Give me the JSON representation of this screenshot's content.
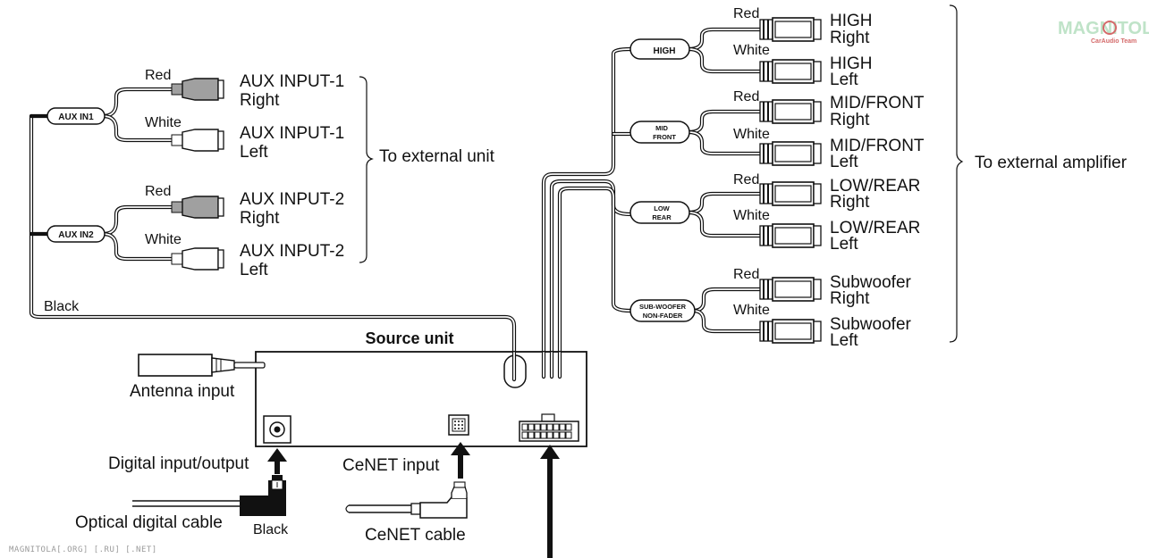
{
  "source_unit": {
    "title": "Source unit",
    "antenna_label": "Antenna input",
    "digital_label": "Digital input/output",
    "cenet_input_label": "CeNET input"
  },
  "cables": {
    "optical_label": "Optical digital cable",
    "optical_color": "Black",
    "cenet_cable_label": "CeNET cable",
    "black_wire_label": "Black"
  },
  "aux": {
    "tags": [
      "AUX IN1",
      "AUX IN2"
    ],
    "group_label": "To external unit",
    "outputs": [
      {
        "wire": "Red",
        "line1": "AUX INPUT-1",
        "line2": "Right"
      },
      {
        "wire": "White",
        "line1": "AUX INPUT-1",
        "line2": "Left"
      },
      {
        "wire": "Red",
        "line1": "AUX INPUT-2",
        "line2": "Right"
      },
      {
        "wire": "White",
        "line1": "AUX INPUT-2",
        "line2": "Left"
      }
    ]
  },
  "amp": {
    "group_label": "To external amplifier",
    "tags": [
      {
        "line1": "HIGH",
        "line2": ""
      },
      {
        "line1": "MID",
        "line2": "FRONT"
      },
      {
        "line1": "LOW",
        "line2": "REAR"
      },
      {
        "line1": "SUB-WOOFER",
        "line2": "NON-FADER"
      }
    ],
    "outputs": [
      {
        "wire": "Red",
        "line1": "HIGH",
        "line2": "Right"
      },
      {
        "wire": "White",
        "line1": "HIGH",
        "line2": "Left"
      },
      {
        "wire": "Red",
        "line1": "MID/FRONT",
        "line2": "Right"
      },
      {
        "wire": "White",
        "line1": "MID/FRONT",
        "line2": "Left"
      },
      {
        "wire": "Red",
        "line1": "LOW/REAR",
        "line2": "Right"
      },
      {
        "wire": "White",
        "line1": "LOW/REAR",
        "line2": "Left"
      },
      {
        "wire": "Red",
        "line1": "Subwoofer",
        "line2": "Right"
      },
      {
        "wire": "White",
        "line1": "Subwoofer",
        "line2": "Left"
      }
    ]
  },
  "watermark": {
    "bottom": "MAGNITOLA[.ORG] [.RU] [.NET]",
    "logo": "MAGNITOLA",
    "logo_sub": "CarAudio Team"
  },
  "colors": {
    "ink": "#111111",
    "red_plug": "#a0a0a0",
    "white_plug": "#ffffff",
    "logo": "#bfe3c8",
    "logo_accent": "#d46a6a"
  }
}
